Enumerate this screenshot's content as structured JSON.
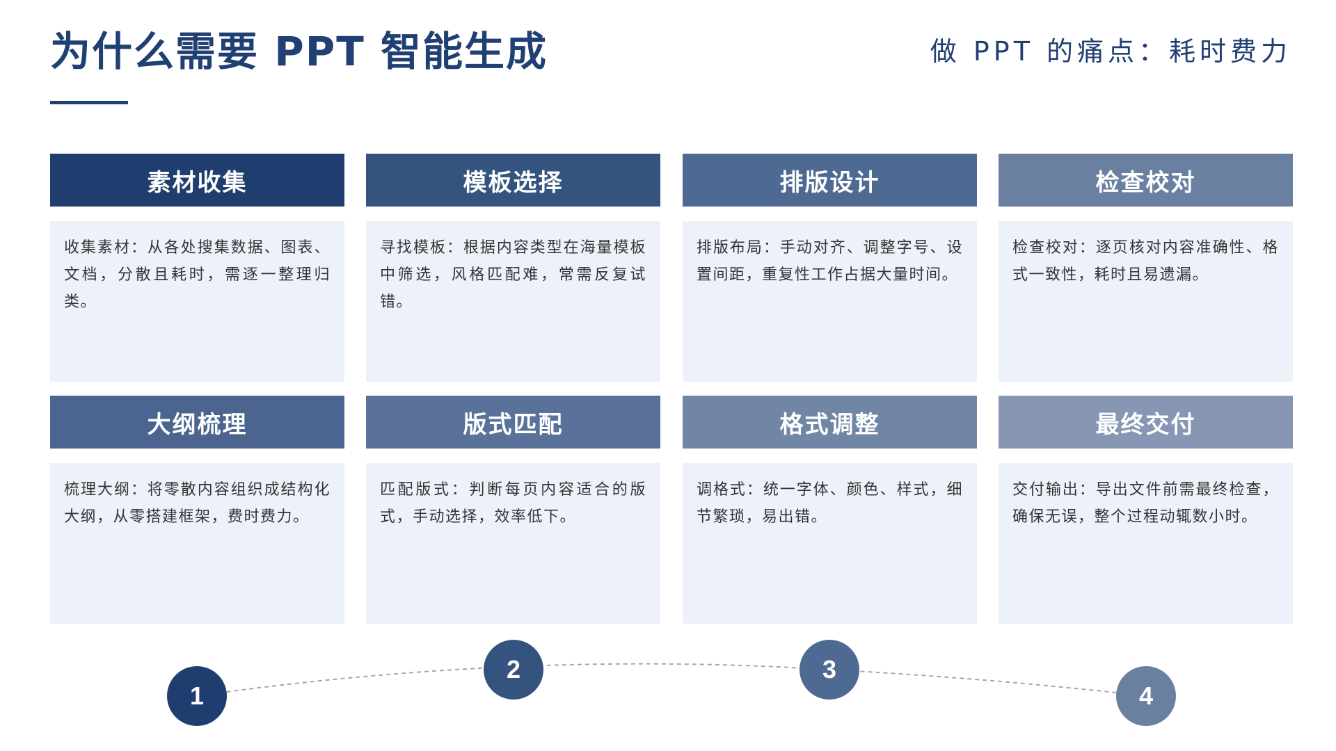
{
  "header": {
    "title": "为什么需要 PPT 智能生成",
    "subtitle": "做 PPT 的痛点：耗时费力"
  },
  "cards": [
    {
      "title": "素材收集",
      "body": "收集素材：从各处搜集数据、图表、文档，分散且耗时，需逐一整理归类。",
      "color": "#1f3d6e"
    },
    {
      "title": "模板选择",
      "body": "寻找模板：根据内容类型在海量模板中筛选，风格匹配难，常需反复试错。",
      "color": "#34547f"
    },
    {
      "title": "排版设计",
      "body": "排版布局：手动对齐、调整字号、设置间距，重复性工作占据大量时间。",
      "color": "#4f6a92"
    },
    {
      "title": "检查校对",
      "body": "检查校对：逐页核对内容准确性、格式一致性，耗时且易遗漏。",
      "color": "#6a80a0"
    },
    {
      "title": "大纲梳理",
      "body": "梳理大纲：将零散内容组织成结构化大纲，从零搭建框架，费时费力。",
      "color": "#4b6590"
    },
    {
      "title": "版式匹配",
      "body": "匹配版式：判断每页内容适合的版式，手动选择，效率低下。",
      "color": "#5a7299"
    },
    {
      "title": "格式调整",
      "body": "调格式：统一字体、颜色、样式，细节繁琐，易出错。",
      "color": "#7186a5"
    },
    {
      "title": "最终交付",
      "body": "交付输出：导出文件前需最终检查，确保无误，整个过程动辄数小时。",
      "color": "#8797b3"
    }
  ],
  "timeline": {
    "steps": [
      {
        "label": "1",
        "color": "#1f3d6e"
      },
      {
        "label": "2",
        "color": "#34547f"
      },
      {
        "label": "3",
        "color": "#4f6a92"
      },
      {
        "label": "4",
        "color": "#6a80a0"
      }
    ],
    "line_color": "#a0a8b4"
  }
}
